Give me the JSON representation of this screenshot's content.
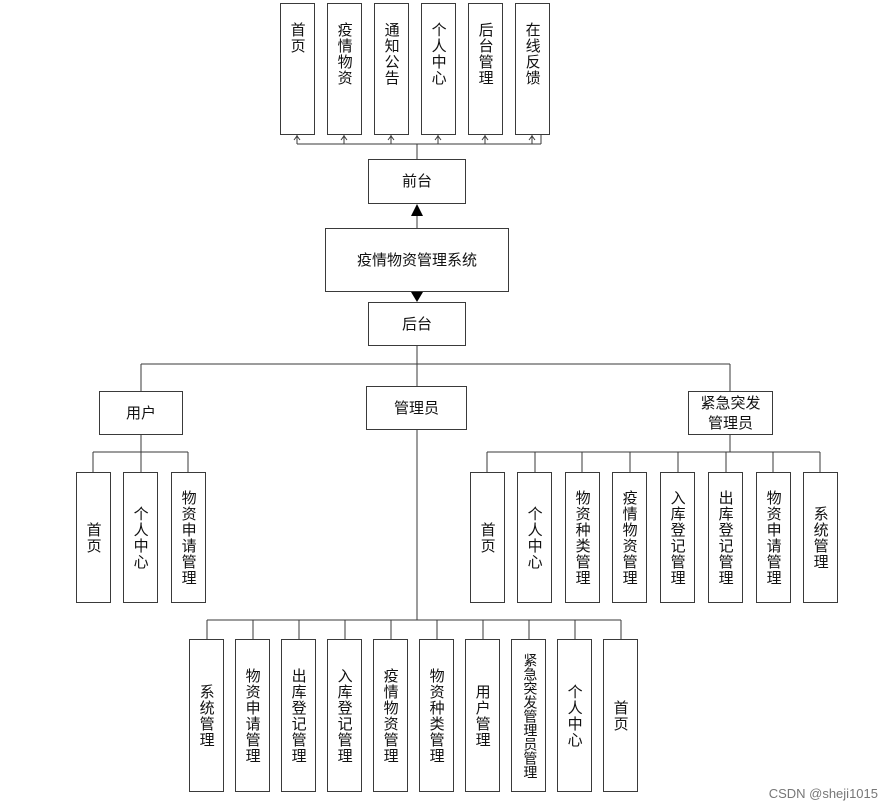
{
  "root": {
    "label": "疫情物资管理系统"
  },
  "front": {
    "label": "前台",
    "items": [
      "首页",
      "疫情物资",
      "通知公告",
      "个人中心",
      "后台管理",
      "在线反馈"
    ]
  },
  "back": {
    "label": "后台",
    "user": {
      "label": "用户",
      "items": [
        "首页",
        "个人中心",
        "物资申请管理"
      ]
    },
    "admin": {
      "label": "管理员",
      "items": [
        "系统管理",
        "物资申请管理",
        "出库登记管理",
        "入库登记管理",
        "疫情物资管理",
        "物资种类管理",
        "用户管理",
        "紧急突发管理员管理",
        "个人中心",
        "首页"
      ]
    },
    "emergency": {
      "label": "紧急突发管理员",
      "items": [
        "首页",
        "个人中心",
        "物资种类管理",
        "疫情物资管理",
        "入库登记管理",
        "出库登记管理",
        "物资申请管理",
        "系统管理"
      ]
    }
  },
  "watermark": "CSDN @sheji1015",
  "colors": {
    "line": "#3a3a3a",
    "text": "#111111",
    "watermark": "#777777"
  }
}
